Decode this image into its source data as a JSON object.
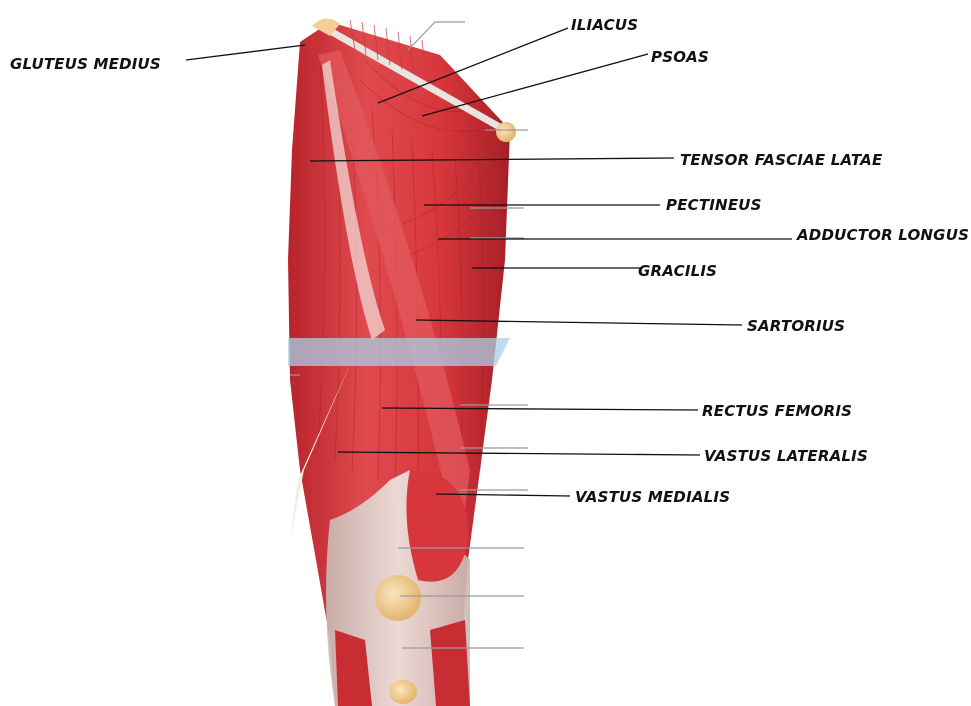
{
  "labels": {
    "gluteus_medius": "GLUTEUS MEDIUS",
    "iliacus": "ILIACUS",
    "psoas": "PSOAS",
    "tensor_fasciae_latae": "TENSOR FASCIAE LATAE",
    "pectineus": "PECTINEUS",
    "adductor_longus": "ADDUCTOR LONGUS",
    "gracilis": "GRACILIS",
    "sartorius": "SARTORIUS",
    "rectus_femoris": "RECTUS FEMORIS",
    "vastus_lateralis": "VASTUS LATERALIS",
    "vastus_medialis": "VASTUS MEDIALIS"
  },
  "colors": {
    "muscle": "#d9343a",
    "muscle_dark": "#a81e25",
    "tendon": "#e9e4df",
    "bone": "#f1cf96",
    "highlight_band": "#a9cfe6"
  }
}
